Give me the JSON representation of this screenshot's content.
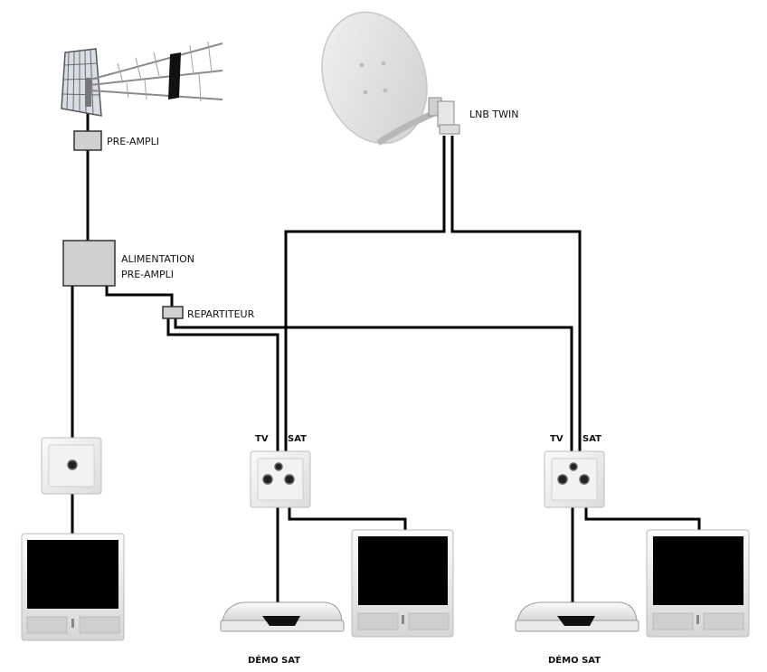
{
  "labels": {
    "pre_ampli": "PRE-AMPLI",
    "alimentation_line1": "ALIMENTATION",
    "alimentation_line2": "PRE-AMPLI",
    "repartiteur": "REPARTITEUR",
    "lnb_twin": "LNB TWIN",
    "tv_1": "TV",
    "sat_1": "SAT",
    "tv_2": "TV",
    "sat_2": "SAT",
    "demo_sat_1": "DÉMO SAT",
    "demo_sat_2": "DÉMO SAT"
  },
  "colors": {
    "wire": "#000000",
    "box_fill": "#d0d0d0",
    "screen": "#000000",
    "dish": "#e4e4e4"
  }
}
